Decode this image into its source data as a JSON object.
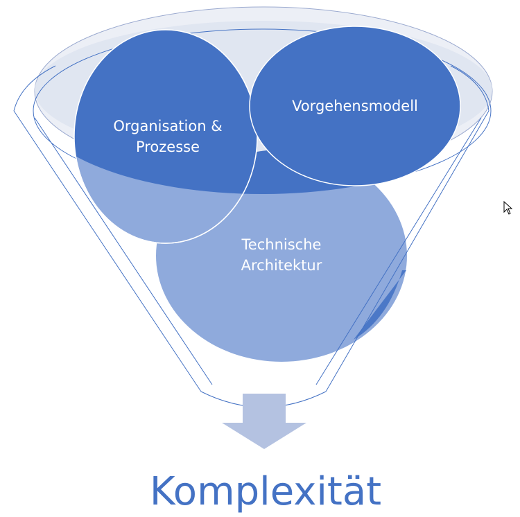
{
  "diagram": {
    "circles": [
      {
        "lines": [
          "Technische",
          "Architektur"
        ]
      },
      {
        "lines": [
          "Organisation &",
          "Prozesse"
        ]
      },
      {
        "lines": [
          "Vorgehensmodell"
        ]
      }
    ],
    "result": "Komplexität",
    "colors": {
      "dark_blue": "#4472c4",
      "light_blue": "#8faadc",
      "funnel_stroke": "#4472c4",
      "funnel_rim": "#dde3f0",
      "arrow": "#b4c2e1",
      "text_on_circles": "#ffffff",
      "result_text": "#4472c4"
    }
  }
}
